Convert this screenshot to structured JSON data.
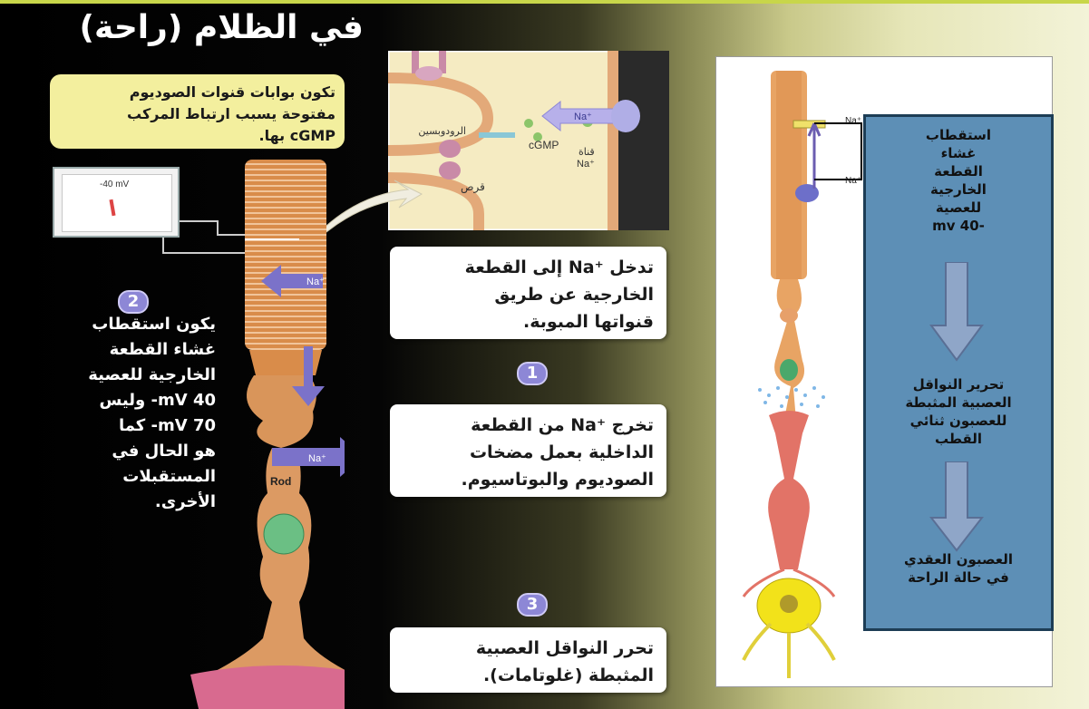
{
  "title": "في الظلام (راحة)",
  "callout_top": {
    "line1": "تكون بوابات قنوات الصوديوم",
    "line2": "مفتوحة يسبب ارتباط المركب",
    "line3": "cGMP بها."
  },
  "inset": {
    "rhodopsin": "الرودوبسين",
    "cgmp": "cGMP",
    "na": "Na⁺",
    "disc": "قرص",
    "channel": "قناة",
    "channel_na": "Na⁺"
  },
  "meter": {
    "reading": "-40 mV"
  },
  "rod_labels": {
    "na_in": "Na⁺",
    "na_out": "Na⁺",
    "rod": "Rod"
  },
  "step2": {
    "number": "2",
    "l1": "يكون استقطاب",
    "l2": "غشاء القطعة",
    "l3": "الخارجية للعصية",
    "l4": "40 mV- وليس",
    "l5": "70 mV- كما",
    "l6": "هو الحال في",
    "l7": "المستقبلات",
    "l8": "الأخرى."
  },
  "box_na_in": {
    "l1": "تدخل ⁺Na إلى القطعة",
    "l2": "الخارجية عن طريق",
    "l3": "قنواتها المبوبة."
  },
  "step1": {
    "number": "1"
  },
  "box_na_out": {
    "l1": "تخرج ⁺Na من القطعة",
    "l2": "الداخلية بعمل مضخات",
    "l3": "الصوديوم والبوتاسيوم."
  },
  "step3": {
    "number": "3"
  },
  "box_release": {
    "l1": "تحرر النواقل العصبية",
    "l2": "المثبطة (غلوتامات)."
  },
  "right_panel": {
    "na_top": "Na⁺",
    "na_bottom": "Na⁺",
    "blue": {
      "b1": "استقطاب",
      "b2": "غشاء",
      "b3": "القطعة",
      "b4": "الخارجية",
      "b5": "للعصية",
      "b6": "-40 mv",
      "b7": "تحرير النواقل",
      "b8": "العصبية المثبطة",
      "b9": "للعصبون ثنائي",
      "b10": "القطب",
      "b11": "العصبون العقدي",
      "b12": "في حالة الراحة"
    }
  },
  "colors": {
    "rod_body": "#d98c4a",
    "callout_yellow": "#f3ef9e",
    "arrow_purple": "#7b72c9",
    "blue_panel": "#5d8fb6",
    "badge": "#8d87d6"
  }
}
